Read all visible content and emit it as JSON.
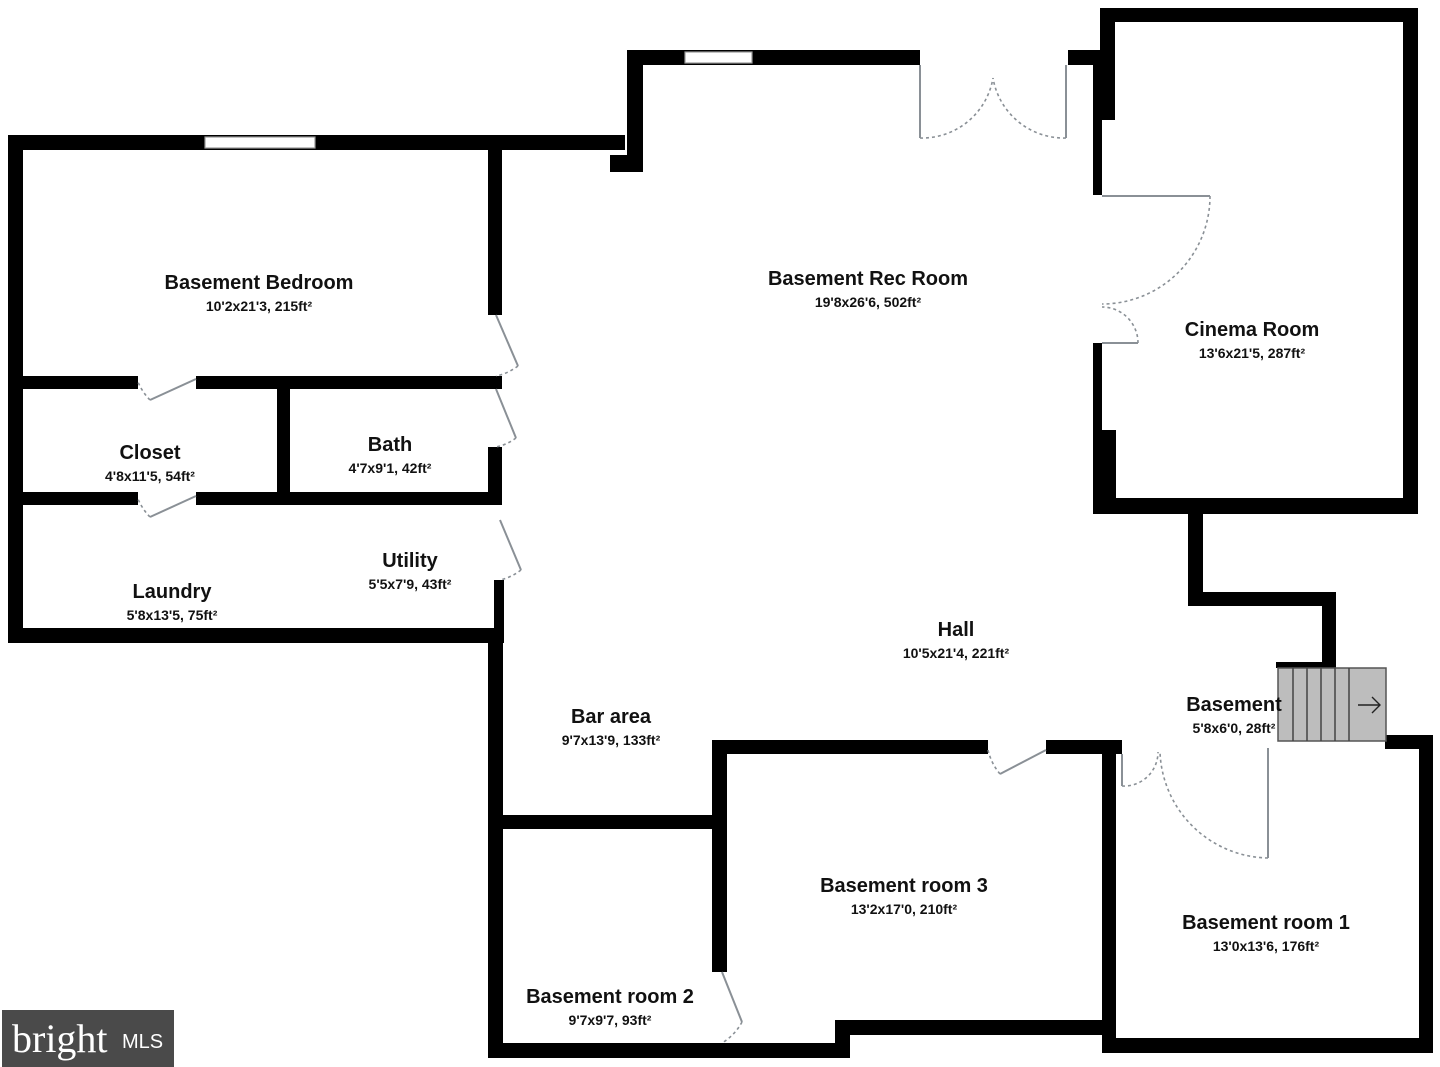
{
  "floor_plan": {
    "rooms": [
      {
        "id": "basement-bedroom",
        "name": "Basement Bedroom",
        "dimensions": "10'2x21'3, 215ft²"
      },
      {
        "id": "basement-rec-room",
        "name": "Basement Rec Room",
        "dimensions": "19'8x26'6, 502ft²"
      },
      {
        "id": "cinema-room",
        "name": "Cinema Room",
        "dimensions": "13'6x21'5, 287ft²"
      },
      {
        "id": "closet",
        "name": "Closet",
        "dimensions": "4'8x11'5, 54ft²"
      },
      {
        "id": "bath",
        "name": "Bath",
        "dimensions": "4'7x9'1, 42ft²"
      },
      {
        "id": "utility",
        "name": "Utility",
        "dimensions": "5'5x7'9, 43ft²"
      },
      {
        "id": "laundry",
        "name": "Laundry",
        "dimensions": "5'8x13'5, 75ft²"
      },
      {
        "id": "hall",
        "name": "Hall",
        "dimensions": "10'5x21'4, 221ft²"
      },
      {
        "id": "basement",
        "name": "Basement",
        "dimensions": "5'8x6'0, 28ft²"
      },
      {
        "id": "bar-area",
        "name": "Bar area",
        "dimensions": "9'7x13'9, 133ft²"
      },
      {
        "id": "basement-room-3",
        "name": "Basement room 3",
        "dimensions": "13'2x17'0, 210ft²"
      },
      {
        "id": "basement-room-1",
        "name": "Basement room 1",
        "dimensions": "13'0x13'6, 176ft²"
      },
      {
        "id": "basement-room-2",
        "name": "Basement room 2",
        "dimensions": "9'7x9'7, 93ft²"
      }
    ]
  },
  "watermark": {
    "brand": "bright",
    "suffix": "MLS",
    "colors": {
      "box": "#4a4a4a",
      "text": "#ffffff"
    }
  },
  "colors": {
    "wall": "#000000",
    "door": "#8a9096",
    "stair": "#bdbdbd",
    "background": "#ffffff"
  }
}
